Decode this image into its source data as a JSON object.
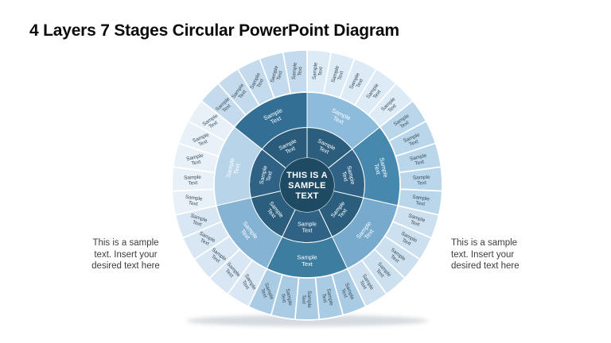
{
  "slide": {
    "title": "4 Layers 7 Stages Circular PowerPoint Diagram",
    "left_note": "This is a sample text. Insert your desired text here",
    "right_note": "This is a sample text. Insert your desired text here"
  },
  "diagram": {
    "type": "circular-layered-diagram",
    "layers": 4,
    "stages": 7,
    "subdivisions_per_stage": 5,
    "center": {
      "label_lines": [
        "THIS IS A",
        "SAMPLE",
        "TEXT"
      ],
      "color": "#1f4a63",
      "text_color": "#ffffff"
    },
    "ring_text_color": "#ffffff",
    "outer_text_color": "#3d4a56",
    "divider_color": "#ffffff",
    "stage_list": [
      {
        "name": "stage-1",
        "ring1": {
          "label": "Sample Text",
          "color": "#2b5d7c"
        },
        "ring2": {
          "label": "Sample Text",
          "color": "#8cbbdb"
        },
        "outer": {
          "color": "#dcebf5",
          "labels": [
            "Sample Text",
            "Sample Text",
            "Sample Text",
            "Sample Text",
            "Sample Text"
          ]
        }
      },
      {
        "name": "stage-2",
        "ring1": {
          "label": "Sample Text",
          "color": "#2f6285"
        },
        "ring2": {
          "label": "Sample Text",
          "color": "#4789ae"
        },
        "outer": {
          "color": "#b9d6ea",
          "labels": [
            "Sample Text",
            "Sample Text",
            "Sample Text",
            "Sample Text",
            "Sample Text"
          ]
        }
      },
      {
        "name": "stage-3",
        "ring1": {
          "label": "Sample Text",
          "color": "#2b5d7c"
        },
        "ring2": {
          "label": "Sample Text",
          "color": "#77aacd"
        },
        "outer": {
          "color": "#cce0ef",
          "labels": [
            "Sample Text",
            "Sample Text",
            "Sample Text",
            "Sample Text",
            "Sample Text"
          ]
        }
      },
      {
        "name": "stage-4",
        "ring1": {
          "label": "Sample Text",
          "color": "#2f6285"
        },
        "ring2": {
          "label": "Sample Text",
          "color": "#3c7da0"
        },
        "outer": {
          "color": "#a9cbe3",
          "labels": [
            "Sample Text",
            "Sample Text",
            "Sample Text",
            "Sample Text",
            "Sample Text"
          ]
        }
      },
      {
        "name": "stage-5",
        "ring1": {
          "label": "Sample Text",
          "color": "#2b5d7c"
        },
        "ring2": {
          "label": "Sample Text",
          "color": "#85b3d4"
        },
        "outer": {
          "color": "#d8e7f3",
          "labels": [
            "Sample Text",
            "Sample Text",
            "Sample Text",
            "Sample Text",
            "Sample Text"
          ]
        }
      },
      {
        "name": "stage-6",
        "ring1": {
          "label": "Sample Text",
          "color": "#2f6285"
        },
        "ring2": {
          "label": "Sample Text",
          "color": "#b7d4e9"
        },
        "outer": {
          "color": "#e8f1f8",
          "labels": [
            "Sample Text",
            "Sample Text",
            "Sample Text",
            "Sample Text",
            "Sample Text"
          ]
        }
      },
      {
        "name": "stage-7",
        "ring1": {
          "label": "Sample Text",
          "color": "#2a5b7a"
        },
        "ring2": {
          "label": "Sample Text",
          "color": "#336f95"
        },
        "outer": {
          "color": "#c3dbed",
          "labels": [
            "Sample Text",
            "Sample Text",
            "Sample Text",
            "Sample Text",
            "Sample Text"
          ]
        }
      }
    ]
  }
}
